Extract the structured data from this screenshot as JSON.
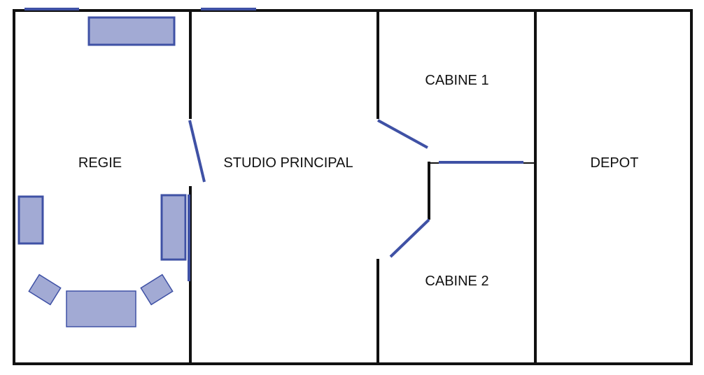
{
  "colors": {
    "wall": "#111111",
    "opening": "#3f51a5",
    "furniture_fill": "#a2aad4",
    "furniture_stroke": "#3f51a5",
    "background": "#ffffff"
  },
  "rooms": {
    "regie": "REGIE",
    "studio_principal": "STUDIO PRINCIPAL",
    "cabine_1": "CABINE 1",
    "cabine_2": "CABINE 2",
    "depot": "DEPOT"
  }
}
